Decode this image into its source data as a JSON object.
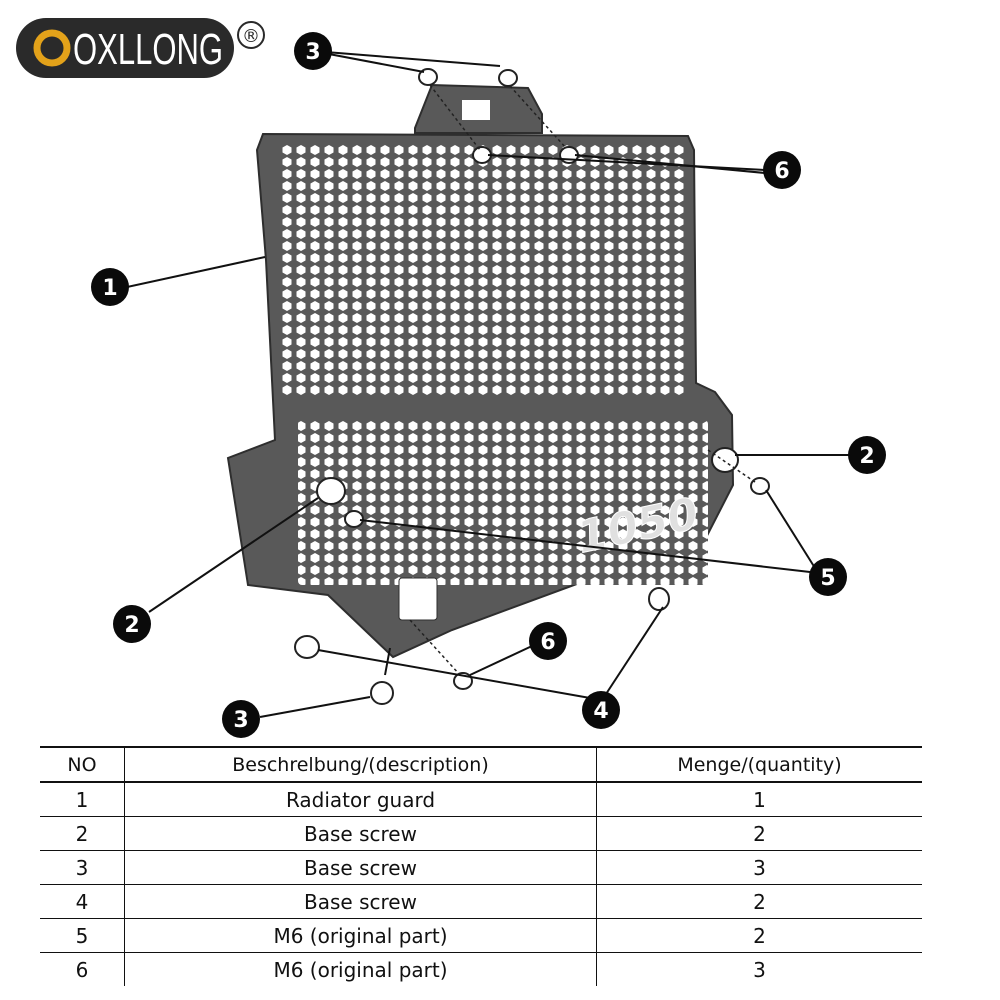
{
  "brand": {
    "logo_text": "OXLLONG",
    "registered_mark": "®",
    "colors": {
      "badge": "#2a2a2a",
      "ring": "#e3a21a"
    }
  },
  "diagram": {
    "guard_model_text": "1050",
    "colors": {
      "guard": "#595959",
      "callout": "#0a0a0a"
    },
    "callouts": [
      {
        "number": "1"
      },
      {
        "number": "2"
      },
      {
        "number": "2"
      },
      {
        "number": "3"
      },
      {
        "number": "3"
      },
      {
        "number": "4"
      },
      {
        "number": "5"
      },
      {
        "number": "6"
      },
      {
        "number": "6"
      }
    ]
  },
  "table": {
    "headers": [
      "NO",
      "Beschrelbung/(description)",
      "Menge/(quantity)"
    ],
    "rows": [
      [
        "1",
        "Radiator guard",
        "1"
      ],
      [
        "2",
        "Base screw",
        "2"
      ],
      [
        "3",
        "Base screw",
        "3"
      ],
      [
        "4",
        "Base screw",
        "2"
      ],
      [
        "5",
        "M6 (original part)",
        "2"
      ],
      [
        "6",
        "M6 (original part)",
        "3"
      ]
    ]
  }
}
